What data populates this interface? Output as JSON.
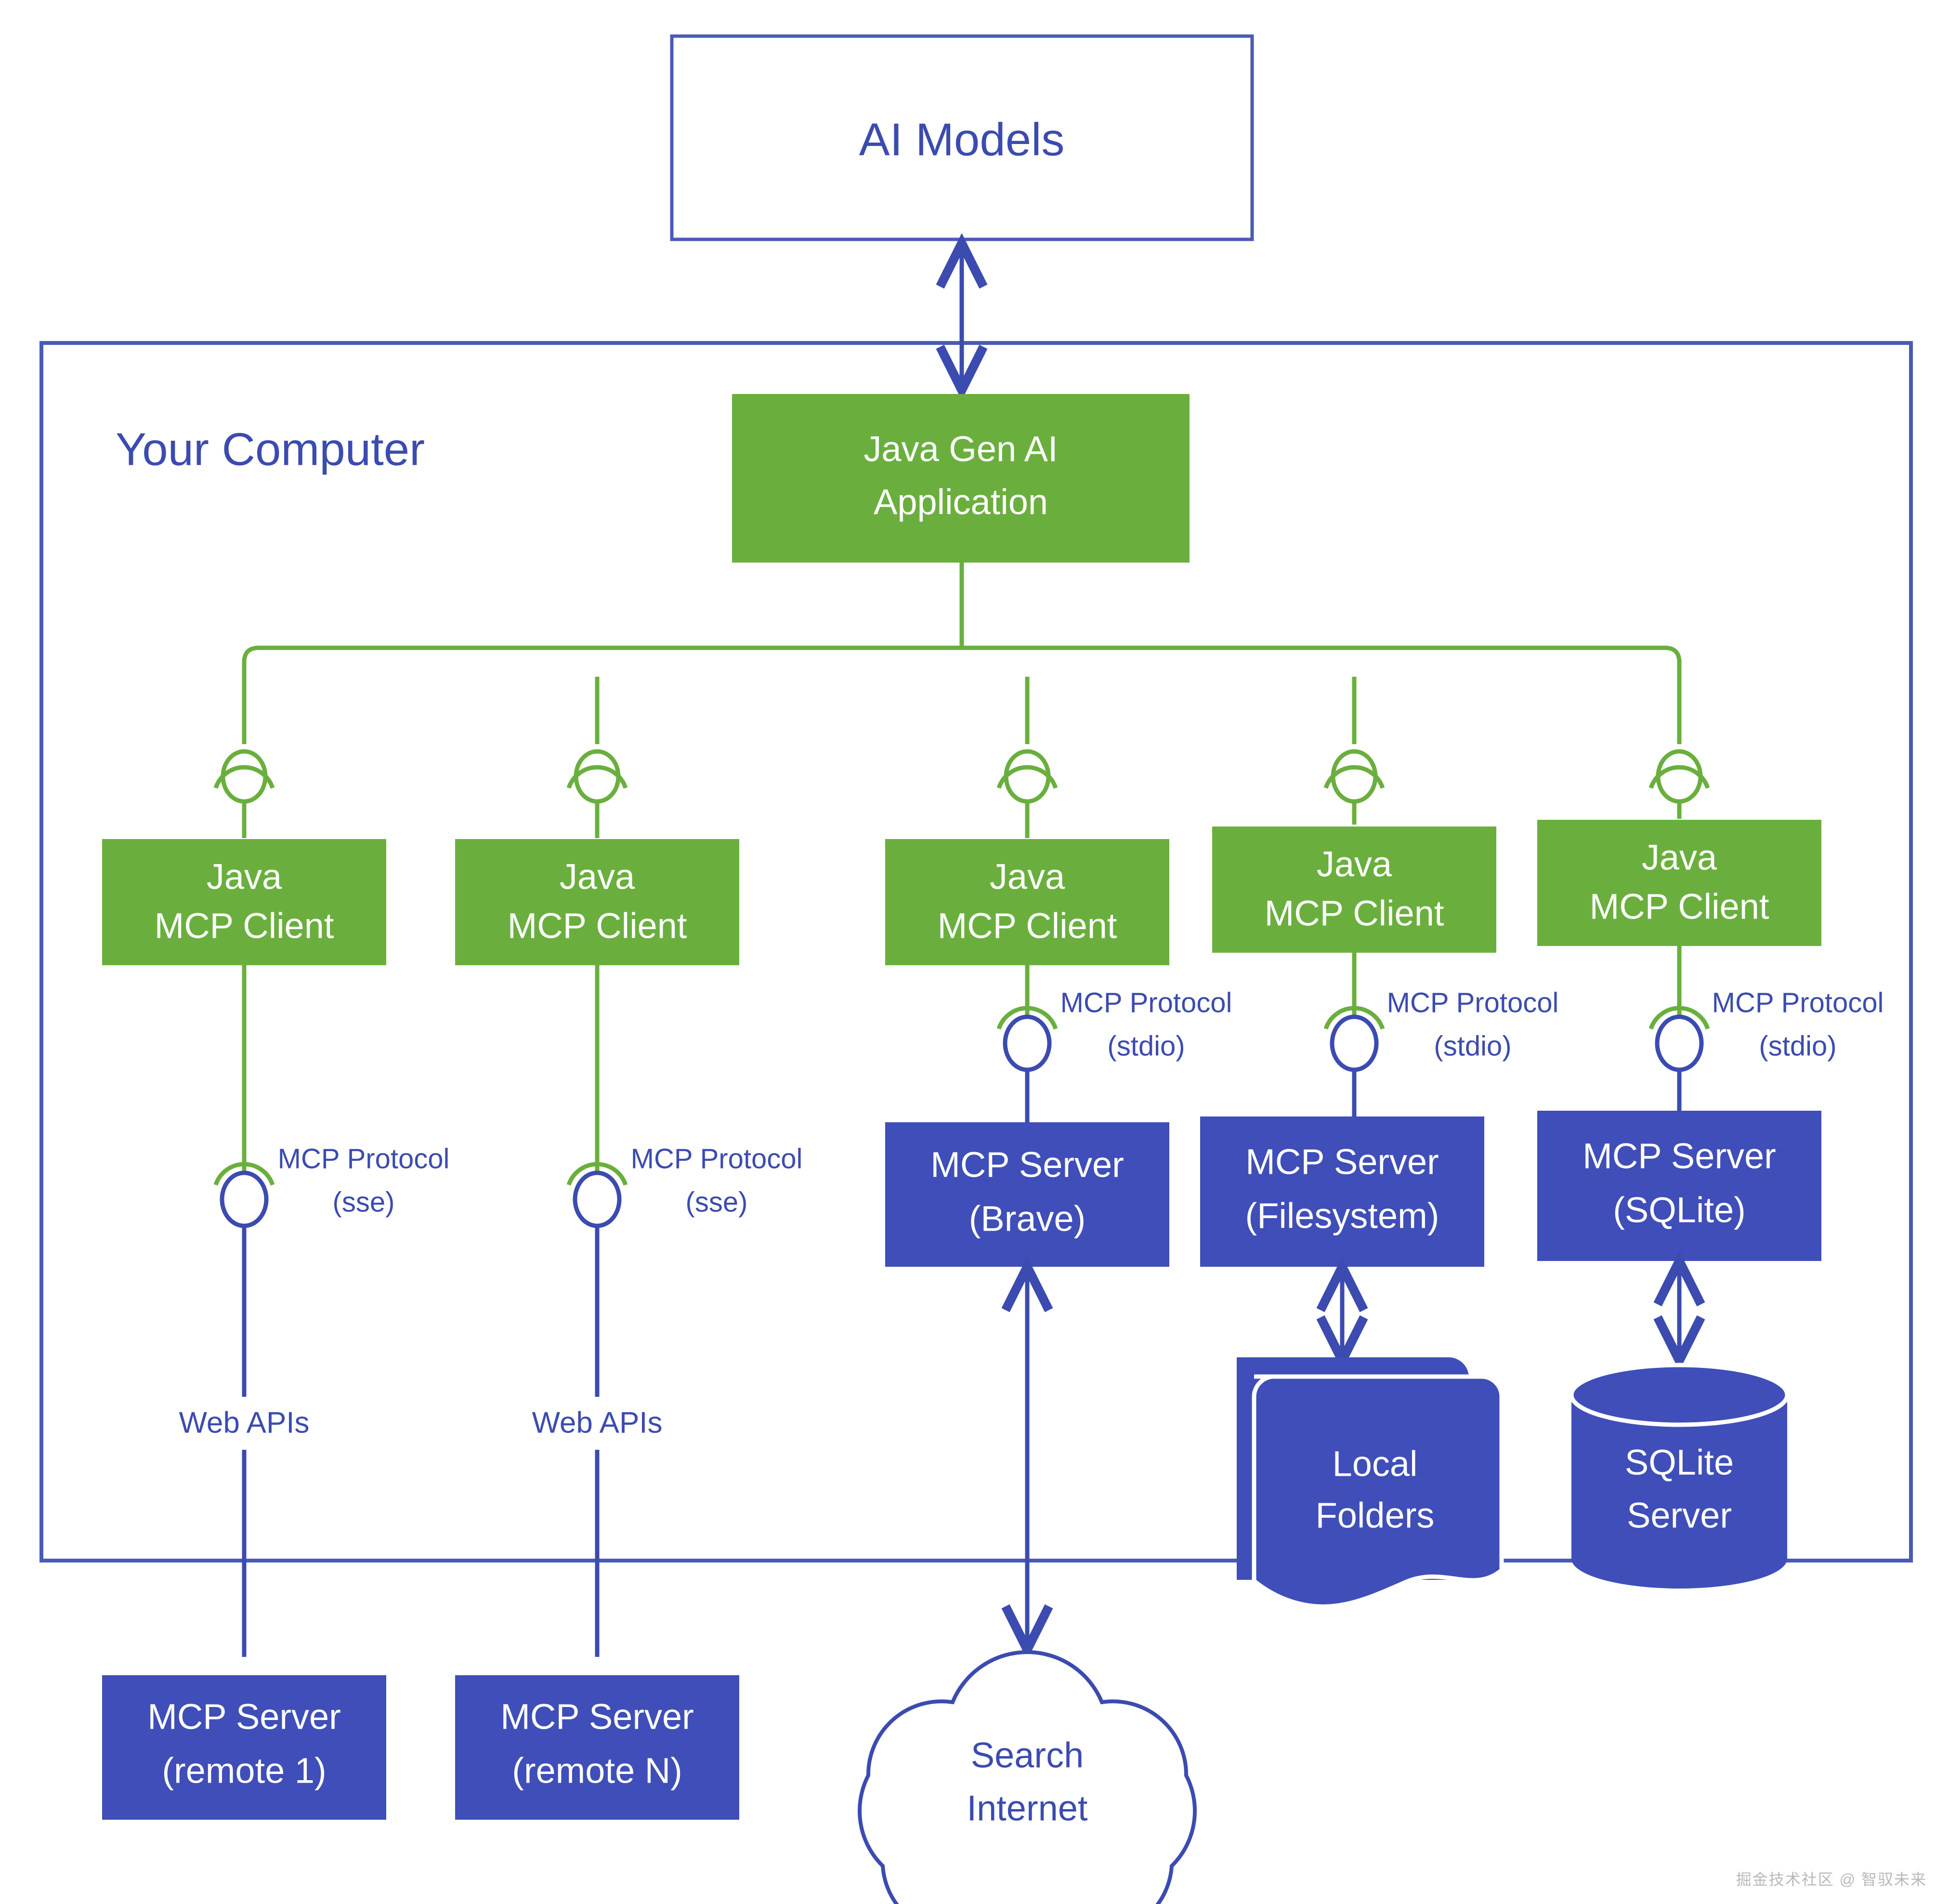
{
  "colors": {
    "green": "#6aaf3e",
    "blue": "#3b4bb0",
    "blue_fill": "#3f4eb8",
    "outline_blue": "#4a5ab5",
    "white": "#ffffff",
    "watermark_gray": "#b9b9bd"
  },
  "top": {
    "ai_models_label": "AI Models"
  },
  "container": {
    "title": "Your Computer"
  },
  "app": {
    "line1": "Java Gen AI",
    "line2": "Application"
  },
  "clients": [
    {
      "line1": "Java",
      "line2": "MCP Client"
    },
    {
      "line1": "Java",
      "line2": "MCP Client"
    },
    {
      "line1": "Java",
      "line2": "MCP Client"
    },
    {
      "line1": "Java",
      "line2": "MCP Client"
    },
    {
      "line1": "Java",
      "line2": "MCP Client"
    }
  ],
  "protocol_labels": [
    {
      "line1": "MCP Protocol",
      "line2": "(sse)"
    },
    {
      "line1": "MCP Protocol",
      "line2": "(sse)"
    },
    {
      "line1": "MCP Protocol",
      "line2": "(stdio)"
    },
    {
      "line1": "MCP Protocol",
      "line2": "(stdio)"
    },
    {
      "line1": "MCP Protocol",
      "line2": "(stdio)"
    }
  ],
  "edge_labels": [
    {
      "text": "Web APIs"
    },
    {
      "text": "Web APIs"
    }
  ],
  "servers_local": [
    {
      "line1": "MCP Server",
      "line2": "(Brave)"
    },
    {
      "line1": "MCP Server",
      "line2": "(Filesystem)"
    },
    {
      "line1": "MCP Server",
      "line2": "(SQLite)"
    }
  ],
  "servers_remote": [
    {
      "line1": "MCP Server",
      "line2": "(remote 1)"
    },
    {
      "line1": "MCP Server",
      "line2": "(remote N)"
    }
  ],
  "resources": {
    "local_folders": {
      "line1": "Local",
      "line2": "Folders"
    },
    "sqlite_server": {
      "line1": "SQLite",
      "line2": "Server"
    },
    "internet_cloud": {
      "line1": "Search",
      "line2": "Internet"
    }
  },
  "watermark": {
    "text": "掘金技术社区 @ 智驭未来"
  }
}
